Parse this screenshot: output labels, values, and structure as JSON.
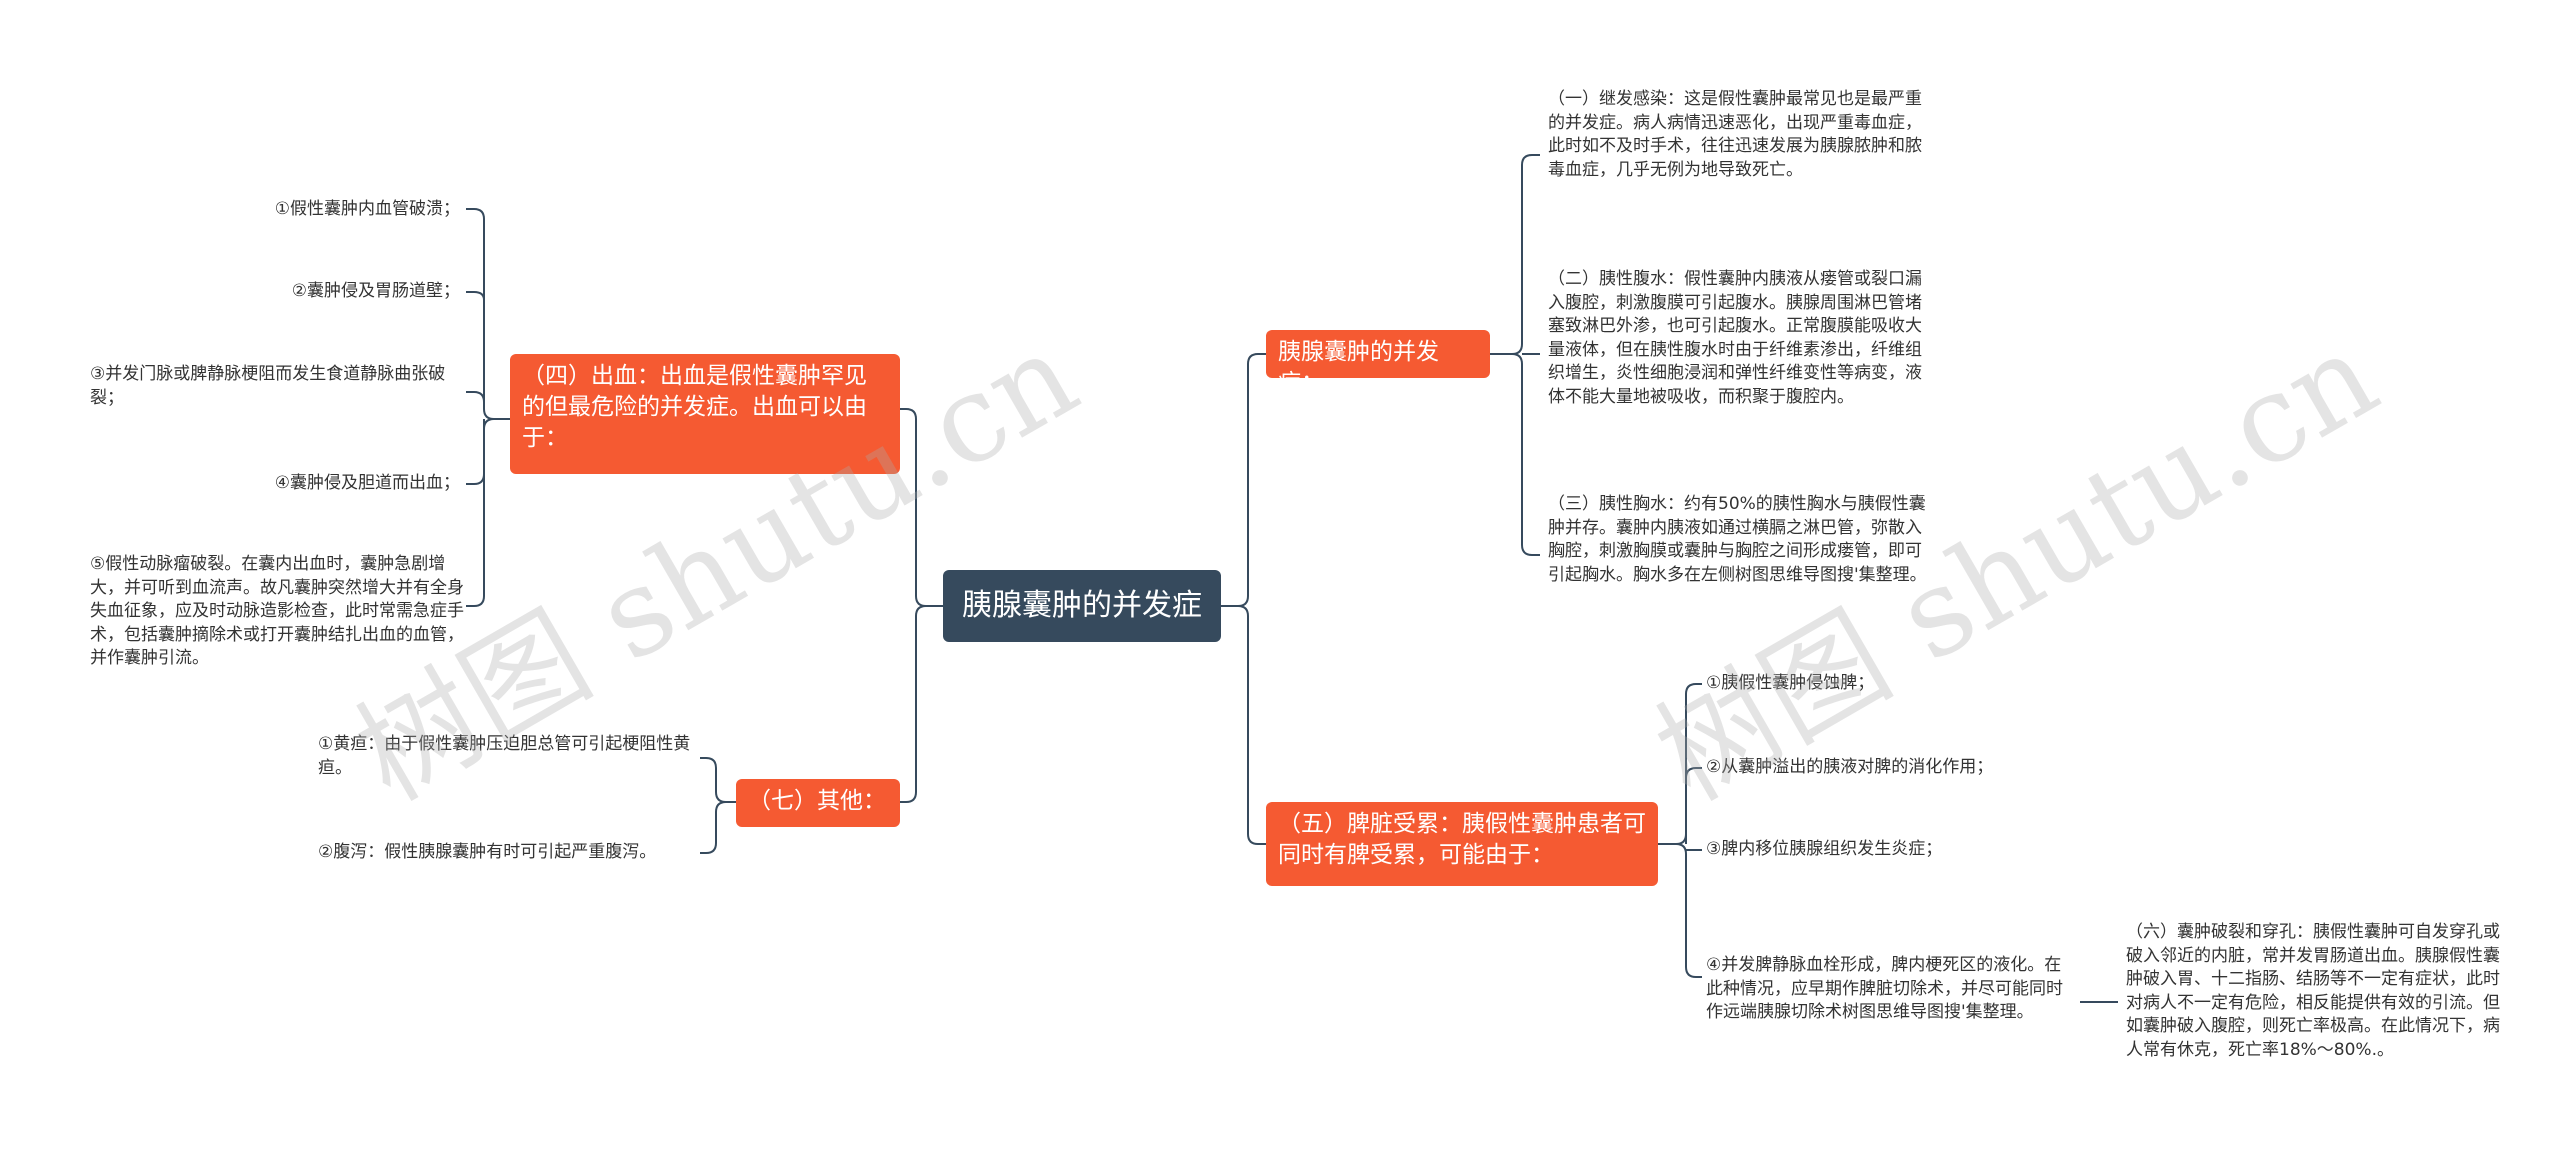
{
  "root": {
    "label": "胰腺囊肿的并发症"
  },
  "branches": {
    "complications": {
      "label": "胰腺囊肿的并发症："
    },
    "spleen": {
      "label": "（五）脾脏受累：胰假性囊肿患者可同时有脾受累，可能由于："
    },
    "bleeding": {
      "label": "（四）出血：出血是假性囊肿罕见的但最危险的并发症。出血可以由于："
    },
    "other": {
      "label": "（七）其他："
    }
  },
  "leaves": {
    "infection": "（一）继发感染：这是假性囊肿最常见也是最严重的并发症。病人病情迅速恶化，出现严重毒血症，此时如不及时手术，往往迅速发展为胰腺脓肿和脓毒血症，几乎无例为地导致死亡。",
    "ascites": "（二）胰性腹水：假性囊肿内胰液从瘘管或裂口漏入腹腔，刺激腹膜可引起腹水。胰腺周围淋巴管堵塞致淋巴外渗，也可引起腹水。正常腹膜能吸收大量液体，但在胰性腹水时由于纤维素渗出，纤维组织增生，炎性细胞浸润和弹性纤维变性等病变，液体不能大量地被吸收，而积聚于腹腔内。",
    "pleural": "（三）胰性胸水：约有50%的胰性胸水与胰假性囊肿并存。囊肿内胰液如通过横膈之淋巴管，弥散入胸腔，刺激胸膜或囊肿与胸腔之间形成瘘管，即可引起胸水。胸水多在左侧树图思维导图搜'集整理。",
    "spleen_1": "①胰假性囊肿侵蚀脾；",
    "spleen_2": "②从囊肿溢出的胰液对脾的消化作用；",
    "spleen_3": "③脾内移位胰腺组织发生炎症；",
    "spleen_4": "④并发脾静脉血栓形成，脾内梗死区的液化。在此种情况，应早期作脾脏切除术，并尽可能同时作远端胰腺切除术树图思维导图搜'集整理。",
    "rupture": "（六）囊肿破裂和穿孔：胰假性囊肿可自发穿孔或破入邻近的内脏，常并发胃肠道出血。胰腺假性囊肿破入胃、十二指肠、结肠等不一定有症状，此时对病人不一定有危险，相反能提供有效的引流。但如囊肿破入腹腔，则死亡率极高。在此情况下，病人常有休克，死亡率18%～80%.。",
    "bleed_1": "①假性囊肿内血管破溃；",
    "bleed_2": "②囊肿侵及胃肠道壁；",
    "bleed_3": "③并发门脉或脾静脉梗阻而发生食道静脉曲张破裂；",
    "bleed_4": "④囊肿侵及胆道而出血；",
    "bleed_5": "⑤假性动脉瘤破裂。在囊内出血时，囊肿急剧增大，并可听到血流声。故凡囊肿突然增大并有全身失血征象，应及时动脉造影检查，此时常需急症手术，包括囊肿摘除术或打开囊肿结扎出血的血管，并作囊肿引流。",
    "other_1": "①黄疸：由于假性囊肿压迫胆总管可引起梗阻性黄疸。",
    "other_2": "②腹泻：假性胰腺囊肿有时可引起严重腹泻。"
  },
  "watermarks": [
    "树图 shutu.cn",
    "树图 shutu.cn"
  ],
  "colors": {
    "root": "#364a5d",
    "branch": "#f55a32",
    "line": "#364a5d",
    "text": "#333333"
  }
}
